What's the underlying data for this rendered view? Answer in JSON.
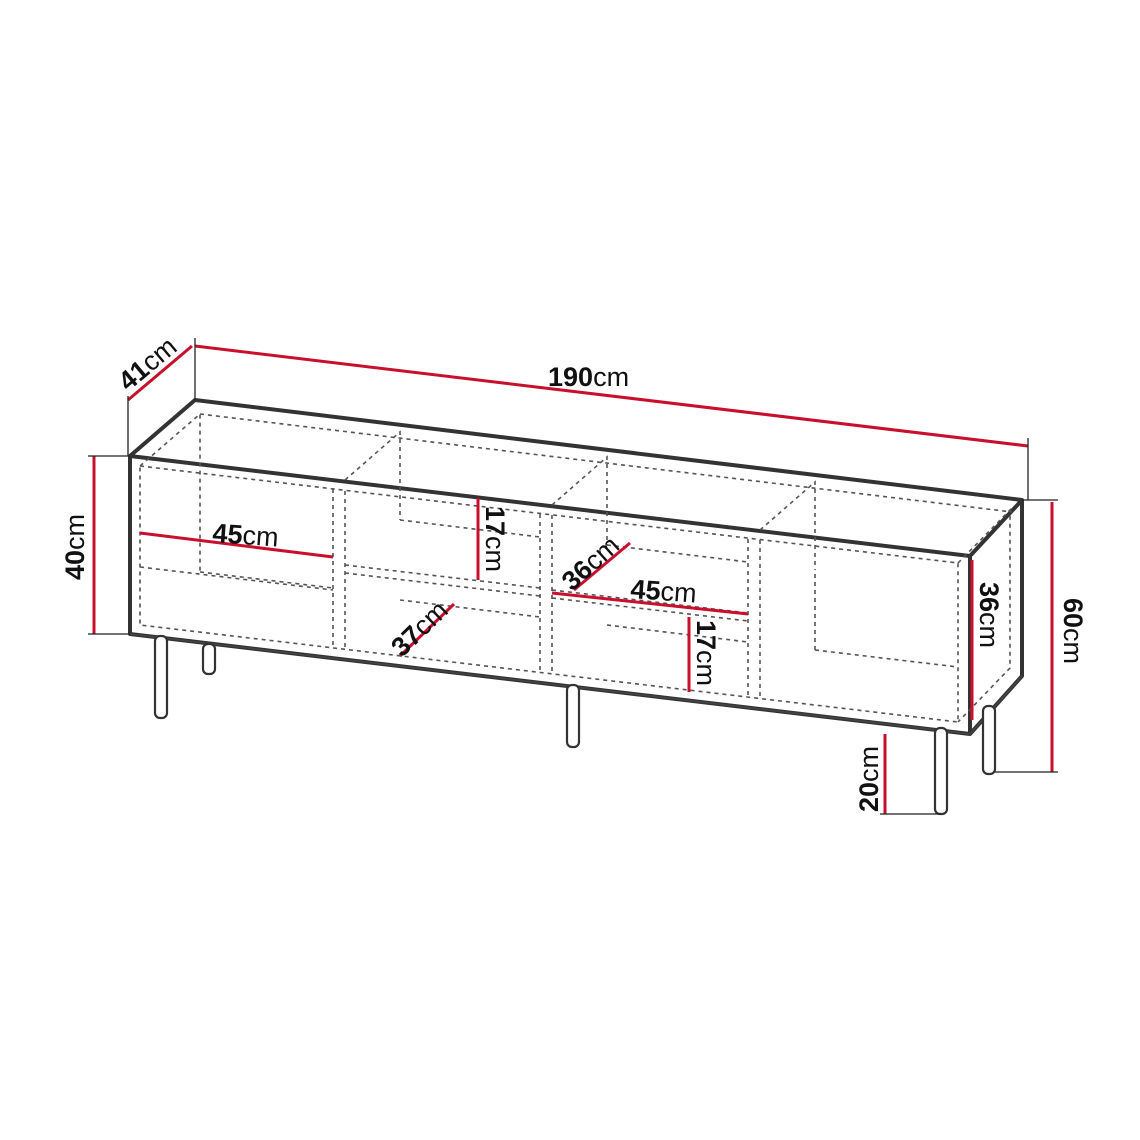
{
  "dimensions": {
    "width": {
      "value": "190",
      "unit": "cm"
    },
    "depth": {
      "value": "41",
      "unit": "cm"
    },
    "body_height": {
      "value": "40",
      "unit": "cm"
    },
    "total_height": {
      "value": "60",
      "unit": "cm"
    },
    "leg_height": {
      "value": "20",
      "unit": "cm"
    },
    "shelf_width_left": {
      "value": "45",
      "unit": "cm"
    },
    "shelf_width_mid": {
      "value": "45",
      "unit": "cm"
    },
    "compartment_height_upper": {
      "value": "17",
      "unit": "cm"
    },
    "compartment_height_lower": {
      "value": "17",
      "unit": "cm"
    },
    "inner_depth_lower": {
      "value": "37",
      "unit": "cm"
    },
    "inner_depth_upper": {
      "value": "36",
      "unit": "cm"
    },
    "right_compartment_height": {
      "value": "36",
      "unit": "cm"
    }
  },
  "colors": {
    "dimension_line": "#c8102e",
    "outline": "#333333",
    "background": "#ffffff"
  }
}
